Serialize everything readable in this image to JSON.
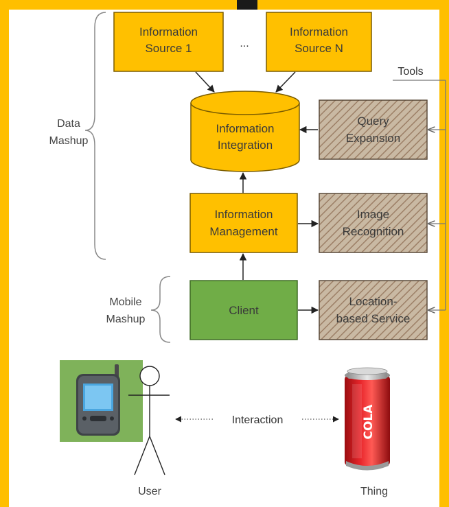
{
  "diagram": {
    "sources": {
      "source1": [
        "Information",
        "Source 1"
      ],
      "ellipsis": "...",
      "sourceN": [
        "Information",
        "Source N"
      ]
    },
    "integration": [
      "Information",
      "Integration"
    ],
    "management": [
      "Information",
      "Management"
    ],
    "client": "Client",
    "tools": {
      "label": "Tools",
      "query_expansion": [
        "Query",
        "Expansion"
      ],
      "image_recognition": [
        "Image",
        "Recognition"
      ],
      "location_service": [
        "Location-",
        "based Service"
      ]
    },
    "groups": {
      "data_mashup": [
        "Data",
        "Mashup"
      ],
      "mobile_mashup": [
        "Mobile",
        "Mashup"
      ]
    },
    "interaction": "Interaction",
    "actors": {
      "user": "User",
      "thing": "Thing",
      "can_text": "COLA"
    },
    "colors": {
      "frame": "#ffbf00",
      "info_box": "#ffc000",
      "client_box": "#70ad47",
      "tool_box": "#b8a48c"
    }
  }
}
